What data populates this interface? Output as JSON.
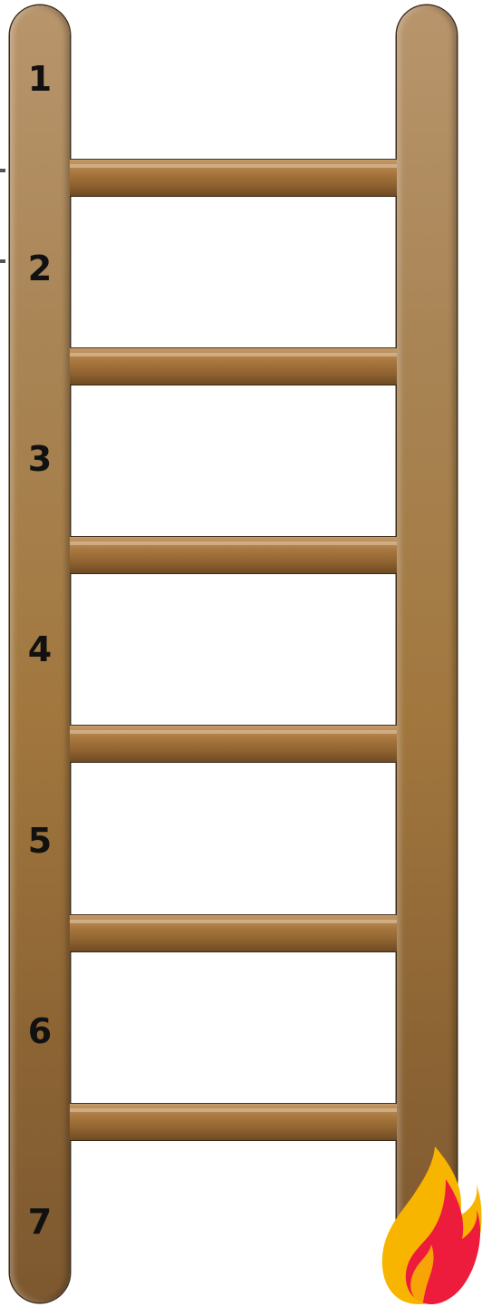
{
  "ladder": {
    "steps": [
      "1",
      "2",
      "3",
      "4",
      "5",
      "6",
      "7"
    ],
    "colors": {
      "wood_light": "#b8956c",
      "wood_mid": "#a1773e",
      "wood_dark": "#7d5830",
      "outline": "#3d2c1a"
    }
  },
  "flame": {
    "icon": "flame-icon",
    "colors": {
      "outer": "#f7b500",
      "inner": "#ee1c3c"
    }
  }
}
